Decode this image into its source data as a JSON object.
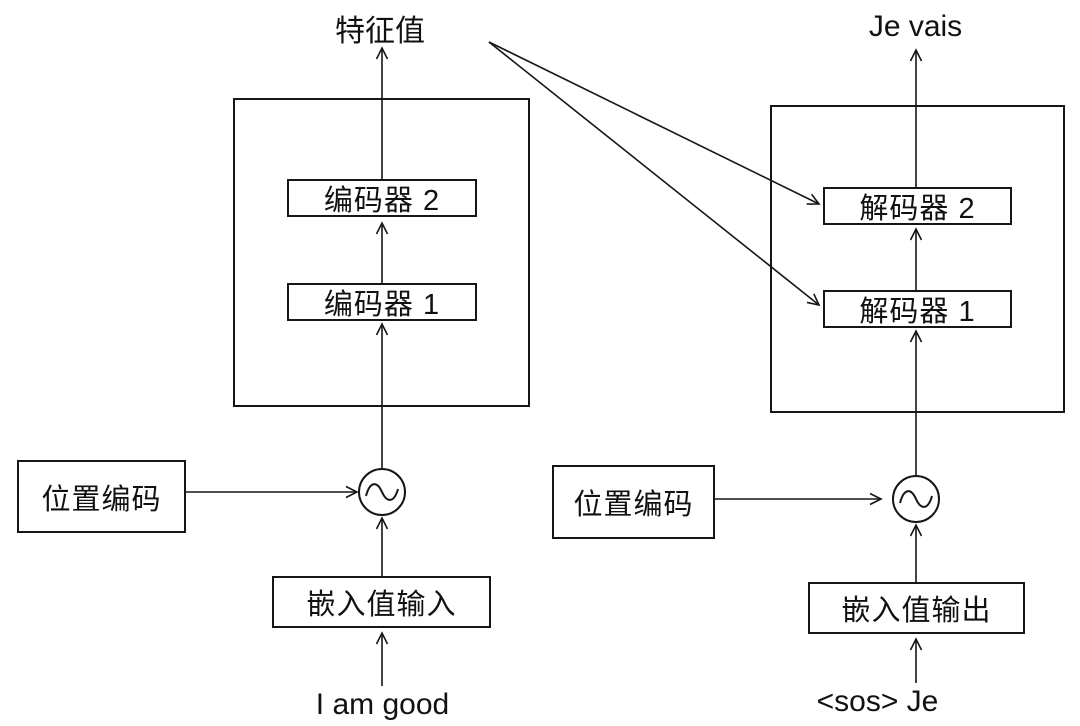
{
  "diagram": {
    "type": "transformer-encoder-decoder-architecture",
    "labels": {
      "feature_output": "特征值",
      "prediction_output": "Je vais",
      "encoder_layer_2": "编码器 2",
      "encoder_layer_1": "编码器 1",
      "decoder_layer_2": "解码器 2",
      "decoder_layer_1": "解码器 1",
      "positional_encoding_left": "位置编码",
      "positional_encoding_right": "位置编码",
      "embedding_input": "嵌入值输入",
      "embedding_output": "嵌入值输出",
      "encoder_input_tokens": "I am good",
      "decoder_input_tokens": "<sos> Je"
    },
    "icons": {
      "left_add_node": "sine-wave-icon",
      "right_add_node": "sine-wave-icon"
    },
    "colors": {
      "line": "#161616",
      "background": "#ffffff"
    }
  }
}
